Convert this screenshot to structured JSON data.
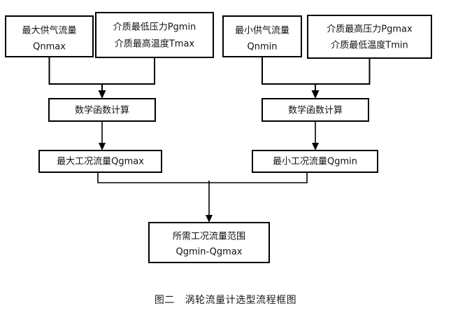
{
  "diagram": {
    "caption": "图二   涡轮流量计选型流程框图",
    "nodes": {
      "max_supply_flow": {
        "line1": "最大供气流量",
        "line2": "Qnmax"
      },
      "min_pressure_max_temp": {
        "line1": "介质最低压力Pgmin",
        "line2": "介质最高温度Tmax"
      },
      "min_supply_flow": {
        "line1": "最小供气流量",
        "line2": "Qnmin"
      },
      "max_pressure_min_temp": {
        "line1": "介质最高压力Pgmax",
        "line2": "介质最低温度Tmin"
      },
      "math_calc_left": {
        "line1": "数学函数计算"
      },
      "math_calc_right": {
        "line1": "数学函数计算"
      },
      "max_working_flow": {
        "line1": "最大工况流量Qgmax"
      },
      "min_working_flow": {
        "line1": "最小工况流量Qgmin"
      },
      "required_flow_range": {
        "line1": "所需工况流量范围",
        "line2": "Qgmin-Qgmax"
      }
    },
    "colors": {
      "box_stroke": "#000000",
      "box_fill": "#ffffff",
      "text": "#111111",
      "connector": "#000000"
    }
  }
}
